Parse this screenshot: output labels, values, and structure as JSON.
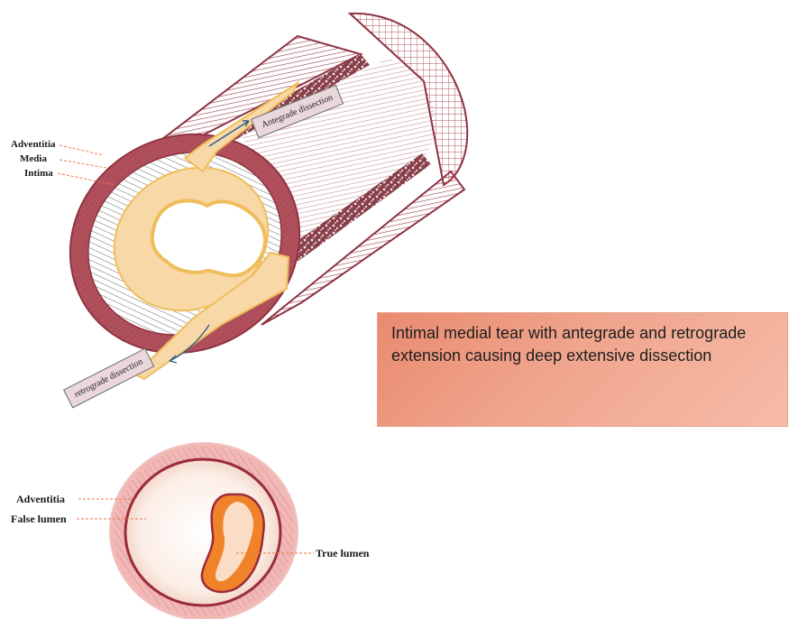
{
  "labels": {
    "adventitia_top": "Adventitia",
    "media": "Media",
    "intima": "Intima",
    "antegrade": "Antegrade dissection",
    "retrograde": "retrograde dissection",
    "adventitia_bottom": "Adventitia",
    "false_lumen": "False lumen",
    "true_lumen": "True lumen"
  },
  "callout": {
    "text": "Intimal medial tear with antegrade and retrograde extension causing deep extensive dissection"
  },
  "colors": {
    "adventitia": "#a2434f",
    "intima_fill": "#f9d8a8",
    "intima_edge": "#efbd5a",
    "true_lumen": "#f0832a",
    "callout_bg": "#ee9d84"
  }
}
